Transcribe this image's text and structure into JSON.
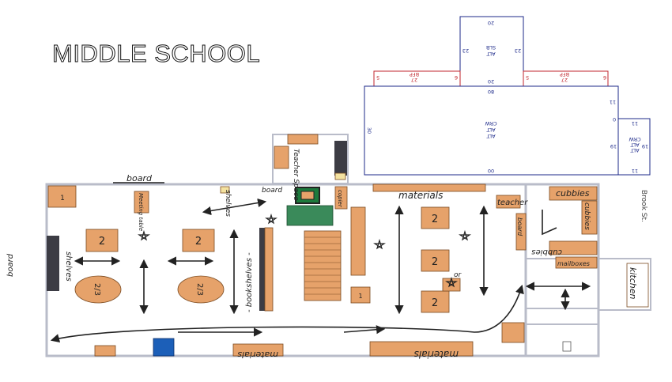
{
  "title": "MIDDLE SCHOOL",
  "street_label": "Brook St.",
  "colors": {
    "box": "#e6a26a",
    "box_edge": "#7a4b22",
    "wall": "#b9bcc9",
    "plan_line": "#1d2a8a",
    "plan_red": "#c0262c",
    "couch": "#3a8a5a",
    "rug": "#1d7a3c",
    "blue_chair": "#1c5fb8",
    "dark_shelf": "#3c3c44"
  },
  "room_labels": {
    "board_top": "board",
    "meeting_table": "Meeting table",
    "shelves_top": "shelves",
    "board_small": "board",
    "teacher_space": "Teacher Space",
    "copier": "copier",
    "materials_top": "materials",
    "teacher_right": "teacher",
    "cubbies_top": "cubbies",
    "cubbies_side": "cubbies",
    "cubbies_low": "cubbies",
    "mailboxes": "mailboxes",
    "kitchen": "kitchen",
    "board_left": "board",
    "shelves_left": "shelves",
    "bookshelves": "- bookshelves -",
    "materials_bottom_left": "materials",
    "materials_bottom_right": "materials",
    "board_right": "board",
    "or_note": "or"
  },
  "table_labels": {
    "t1": "1",
    "t2a": "2",
    "t2b": "2",
    "t2c": "2",
    "t2d": "2",
    "t2e": "2",
    "oval_a": "2/3",
    "oval_b": "2/3",
    "t_small": "1"
  },
  "plan_labels": {
    "n20_top": "20",
    "slb": "SLB",
    "alt1": "ALT",
    "n23_l": "23",
    "n23_r": "23",
    "n20_mid": "20",
    "n5_a": "5",
    "n27_a": "27",
    "bfp_a": "BFP",
    "n6_a": "6",
    "n5_b": "5",
    "n27_b": "27",
    "bfp_b": "BFP",
    "n6_b": "6",
    "n80": "80",
    "n30": "30",
    "crw": "CRW",
    "alt2": "ALT",
    "alt3": "ALT",
    "n11_a": "11",
    "n0": "0",
    "n11_b": "11",
    "crw2": "CRW",
    "alt4": "ALT",
    "alt5": "ALT",
    "n19_a": "19",
    "n19_b": "19",
    "n00": "00",
    "n11_c": "11"
  }
}
